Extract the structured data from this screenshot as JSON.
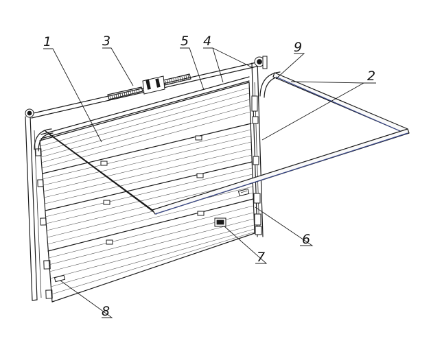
{
  "callouts": [
    {
      "id": "1",
      "label": "1"
    },
    {
      "id": "2",
      "label": "2"
    },
    {
      "id": "3",
      "label": "3"
    },
    {
      "id": "4",
      "label": "4"
    },
    {
      "id": "5",
      "label": "5"
    },
    {
      "id": "6",
      "label": "6"
    },
    {
      "id": "7",
      "label": "7"
    },
    {
      "id": "8",
      "label": "8"
    },
    {
      "id": "9",
      "label": "9"
    }
  ],
  "colors": {
    "line": "#1a1a1a",
    "rail_accent": "#3b4a8c",
    "background": "#ffffff"
  }
}
